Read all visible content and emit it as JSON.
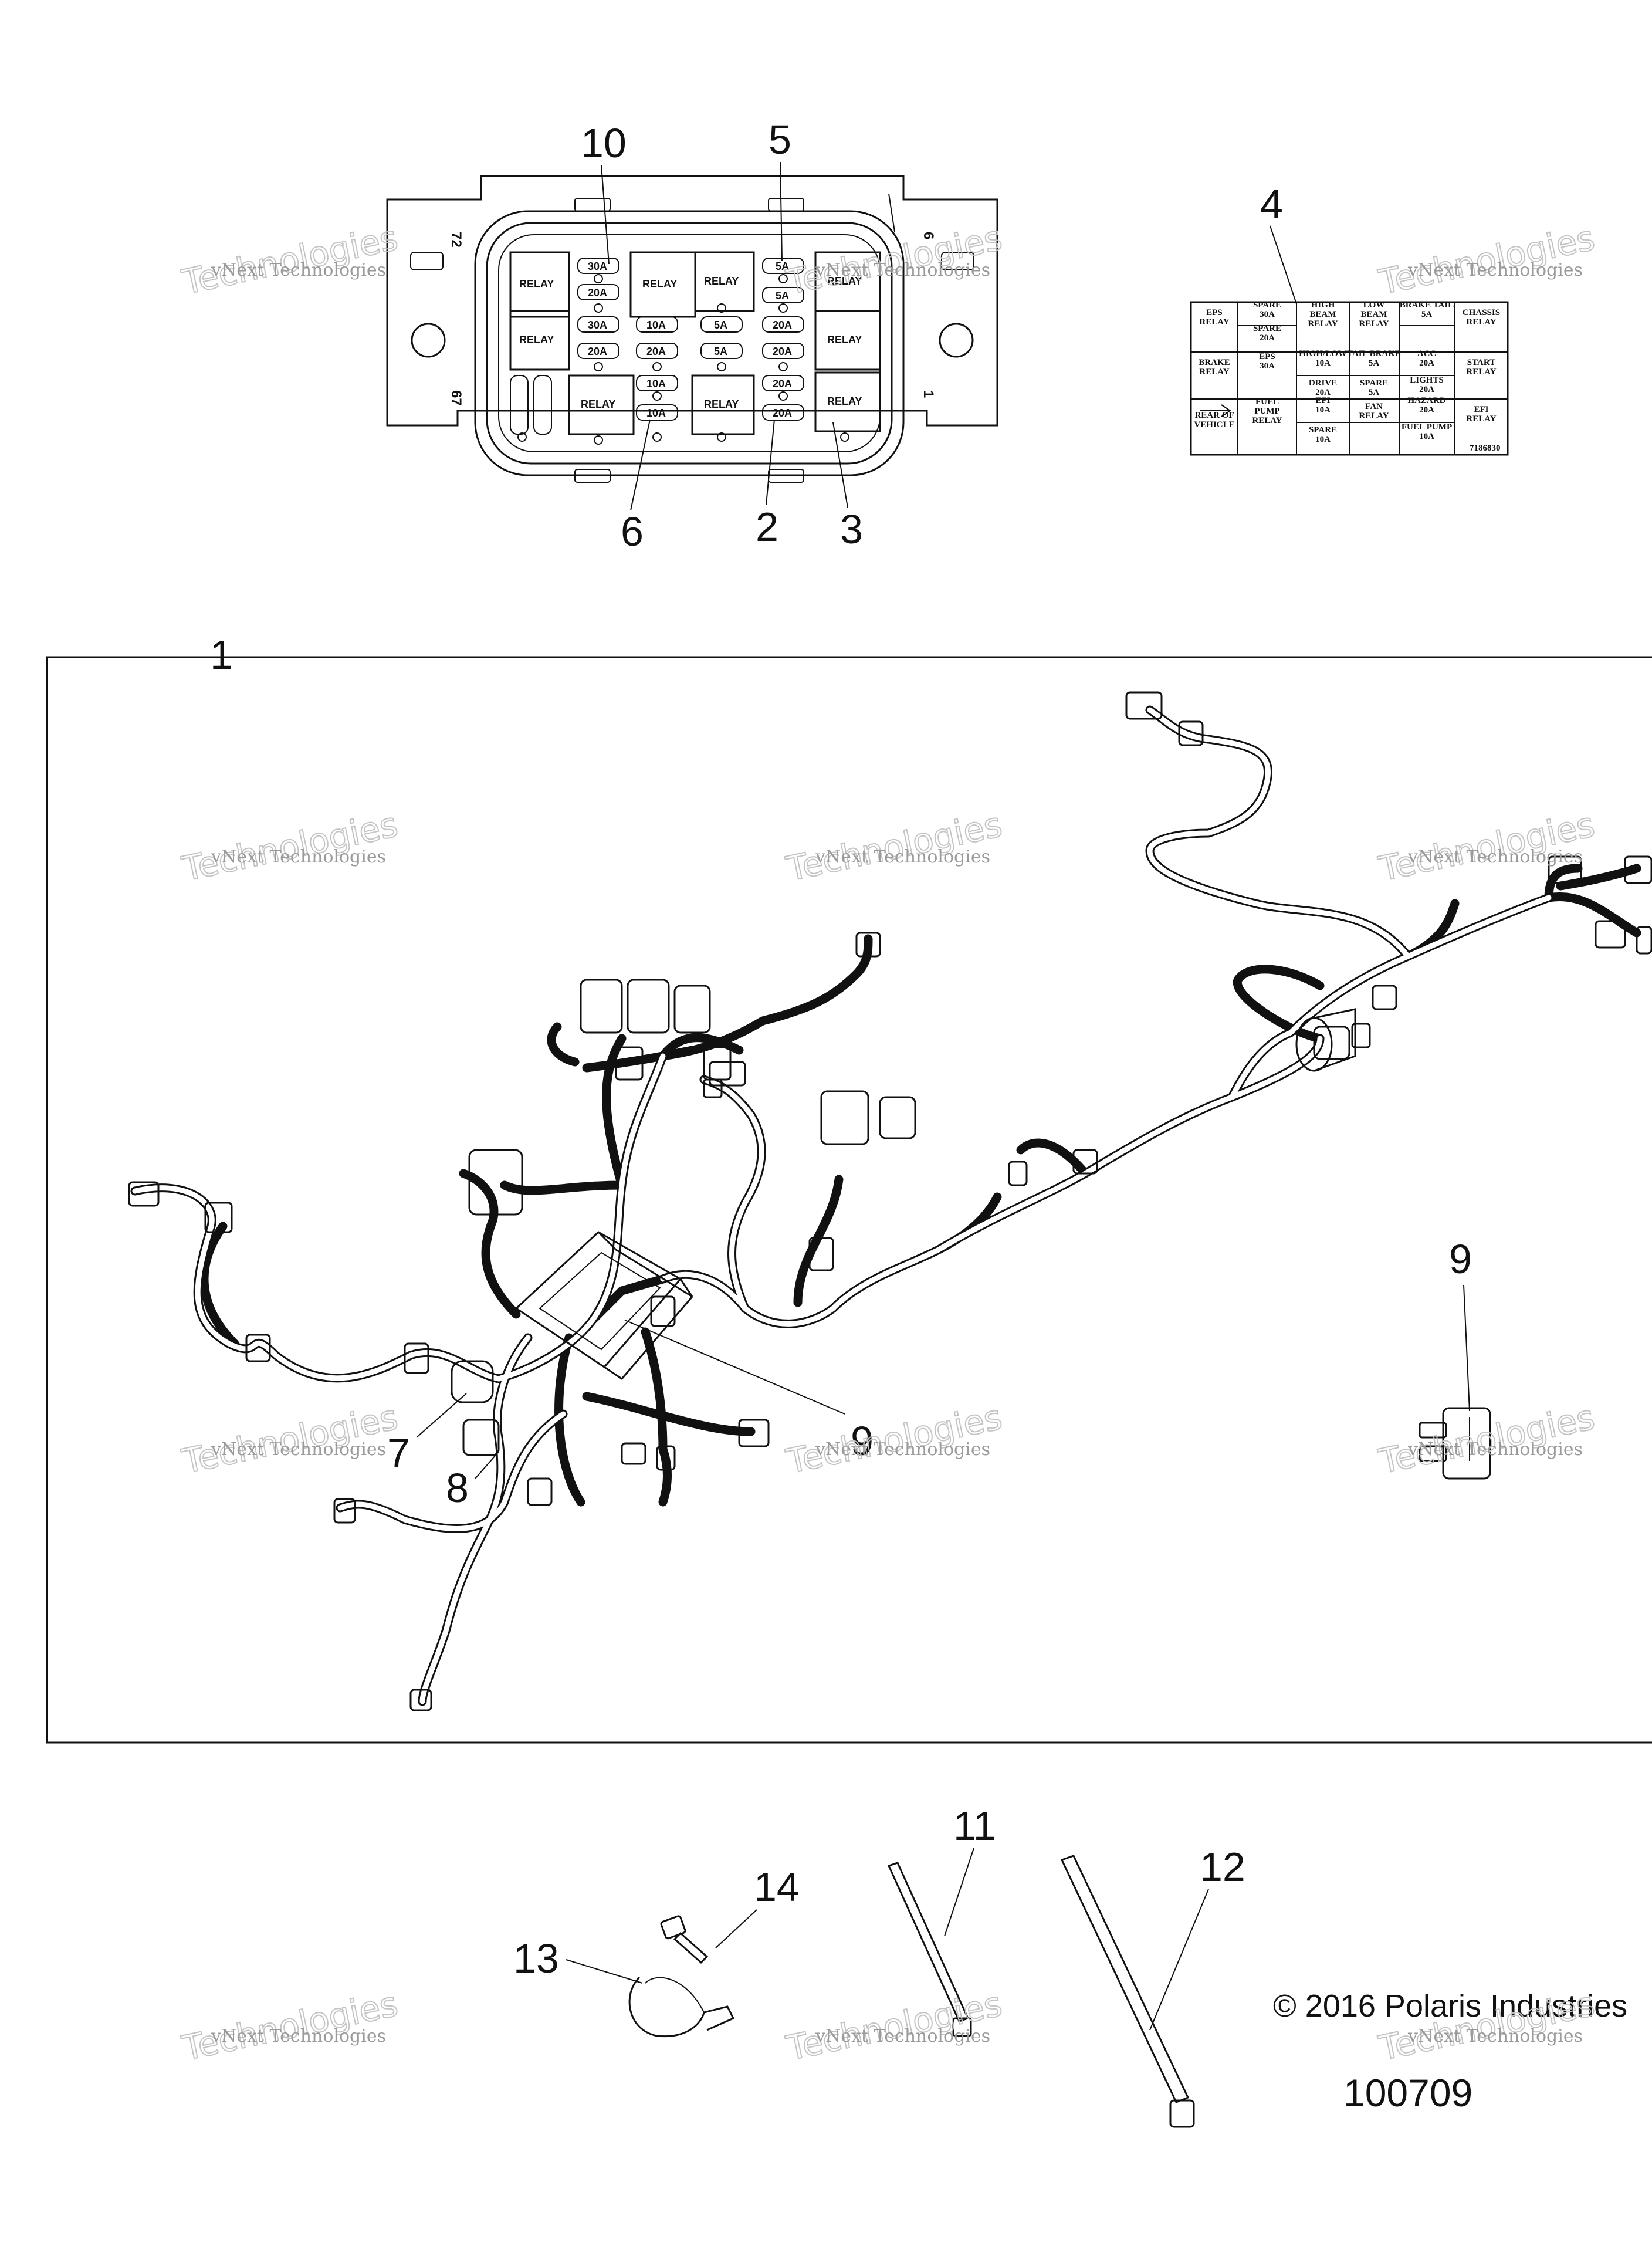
{
  "callouts": {
    "c1": "1",
    "c2": "2",
    "c3": "3",
    "c4": "4",
    "c5": "5",
    "c6": "6",
    "c7": "7",
    "c8": "8",
    "c9a": "9",
    "c9b": "9",
    "c10": "10",
    "c11": "11",
    "c12": "12",
    "c13": "13",
    "c14": "14"
  },
  "fuse_box": {
    "side_left_top": "72",
    "side_left_bottom": "67",
    "side_right_top": "6",
    "side_right_bottom": "1",
    "relay_label": "RELAY",
    "fuses": [
      "30A",
      "20A",
      "30A",
      "20A",
      "10A",
      "20A",
      "10A",
      "10A",
      "5A",
      "5A",
      "5A",
      "5A",
      "20A",
      "20A",
      "20A",
      "20A"
    ]
  },
  "fuse_label": {
    "cells": [
      "EPS\nRELAY",
      "SPARE\n30A",
      "SPARE\n20A",
      "HIGH\nBEAM\nRELAY",
      "LOW\nBEAM\nRELAY",
      "BRAKE TAIL\n5A",
      "CHASSIS\nRELAY",
      "BRAKE\nRELAY",
      "EPS\n30A",
      "HIGH/LOW\n10A",
      "TAIL BRAKE\n5A",
      "ACC\n20A",
      "START\nRELAY",
      "DRIVE\n20A",
      "SPARE\n5A",
      "LIGHTS\n20A",
      "REAR OF\nVEHICLE",
      "FUEL\nPUMP\nRELAY",
      "EFI\n10A",
      "FAN\nRELAY",
      "HAZARD\n20A",
      "FUEL PUMP\n10A",
      "EFI\nRELAY",
      "SPARE\n10A"
    ],
    "code": "7186830"
  },
  "watermark": {
    "line1": "vNext Technologies",
    "line2": "Technologies"
  },
  "copyright": "© 2016 Polaris Industries",
  "part_number": "100709"
}
